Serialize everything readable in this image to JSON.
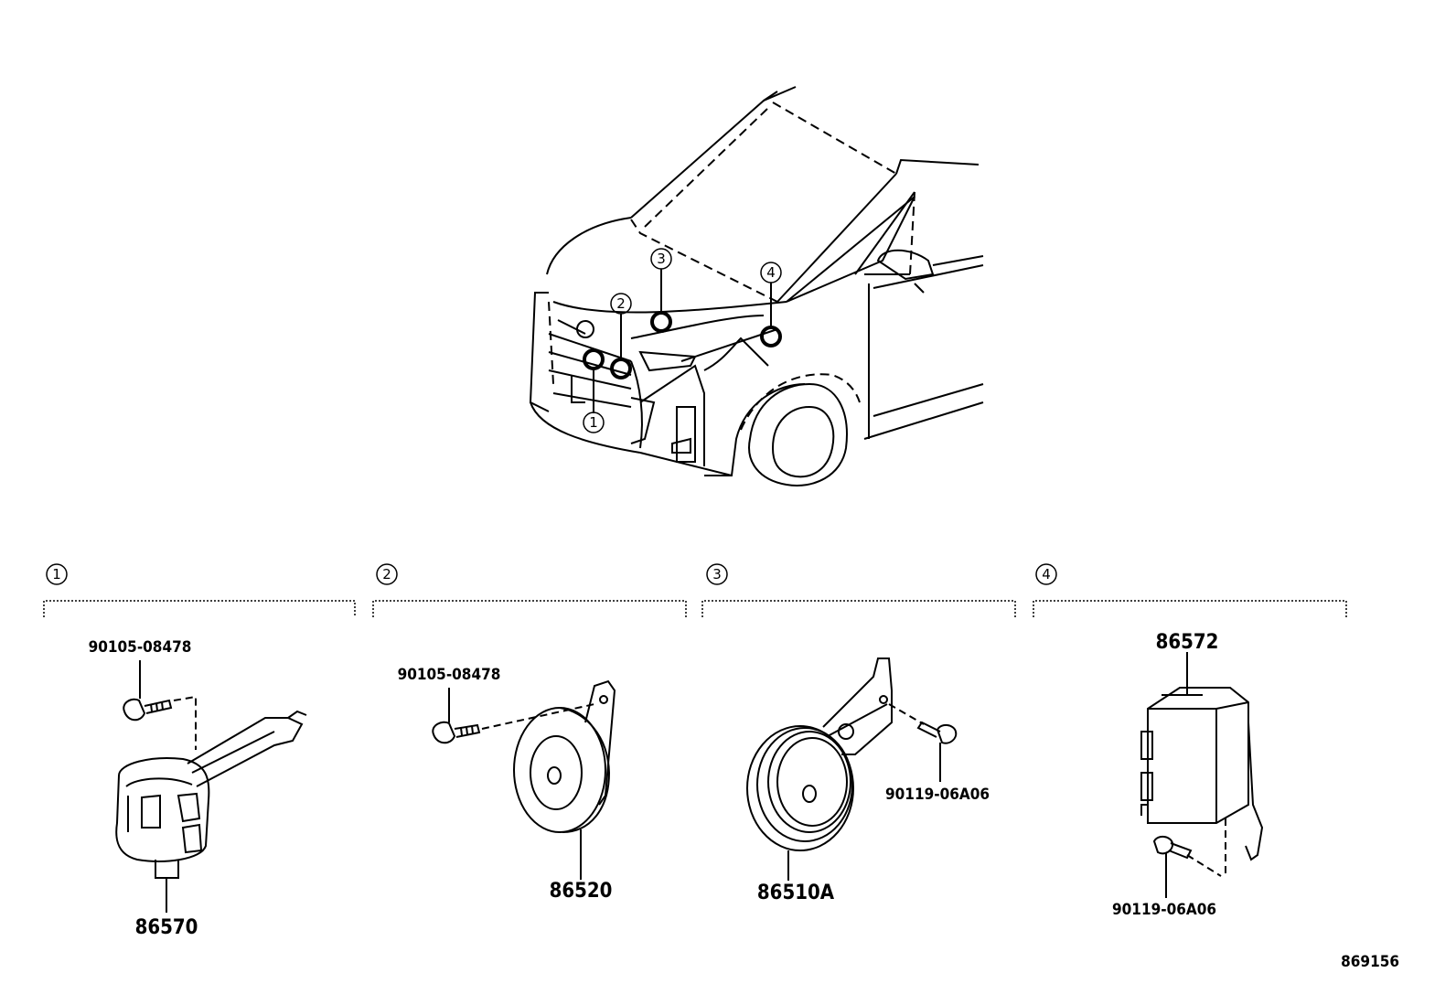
{
  "illustration_id": "869156",
  "callouts": [
    "1",
    "2",
    "3",
    "4"
  ],
  "groups": [
    {
      "num": "1",
      "parts": [
        {
          "label": "90105-08478"
        },
        {
          "label": "86570"
        }
      ]
    },
    {
      "num": "2",
      "parts": [
        {
          "label": "90105-08478"
        },
        {
          "label": "86520"
        }
      ]
    },
    {
      "num": "3",
      "parts": [
        {
          "label": "86510A"
        },
        {
          "label": "90119-06A06"
        }
      ]
    },
    {
      "num": "4",
      "parts": [
        {
          "label": "86572"
        },
        {
          "label": "90119-06A06"
        }
      ]
    }
  ]
}
